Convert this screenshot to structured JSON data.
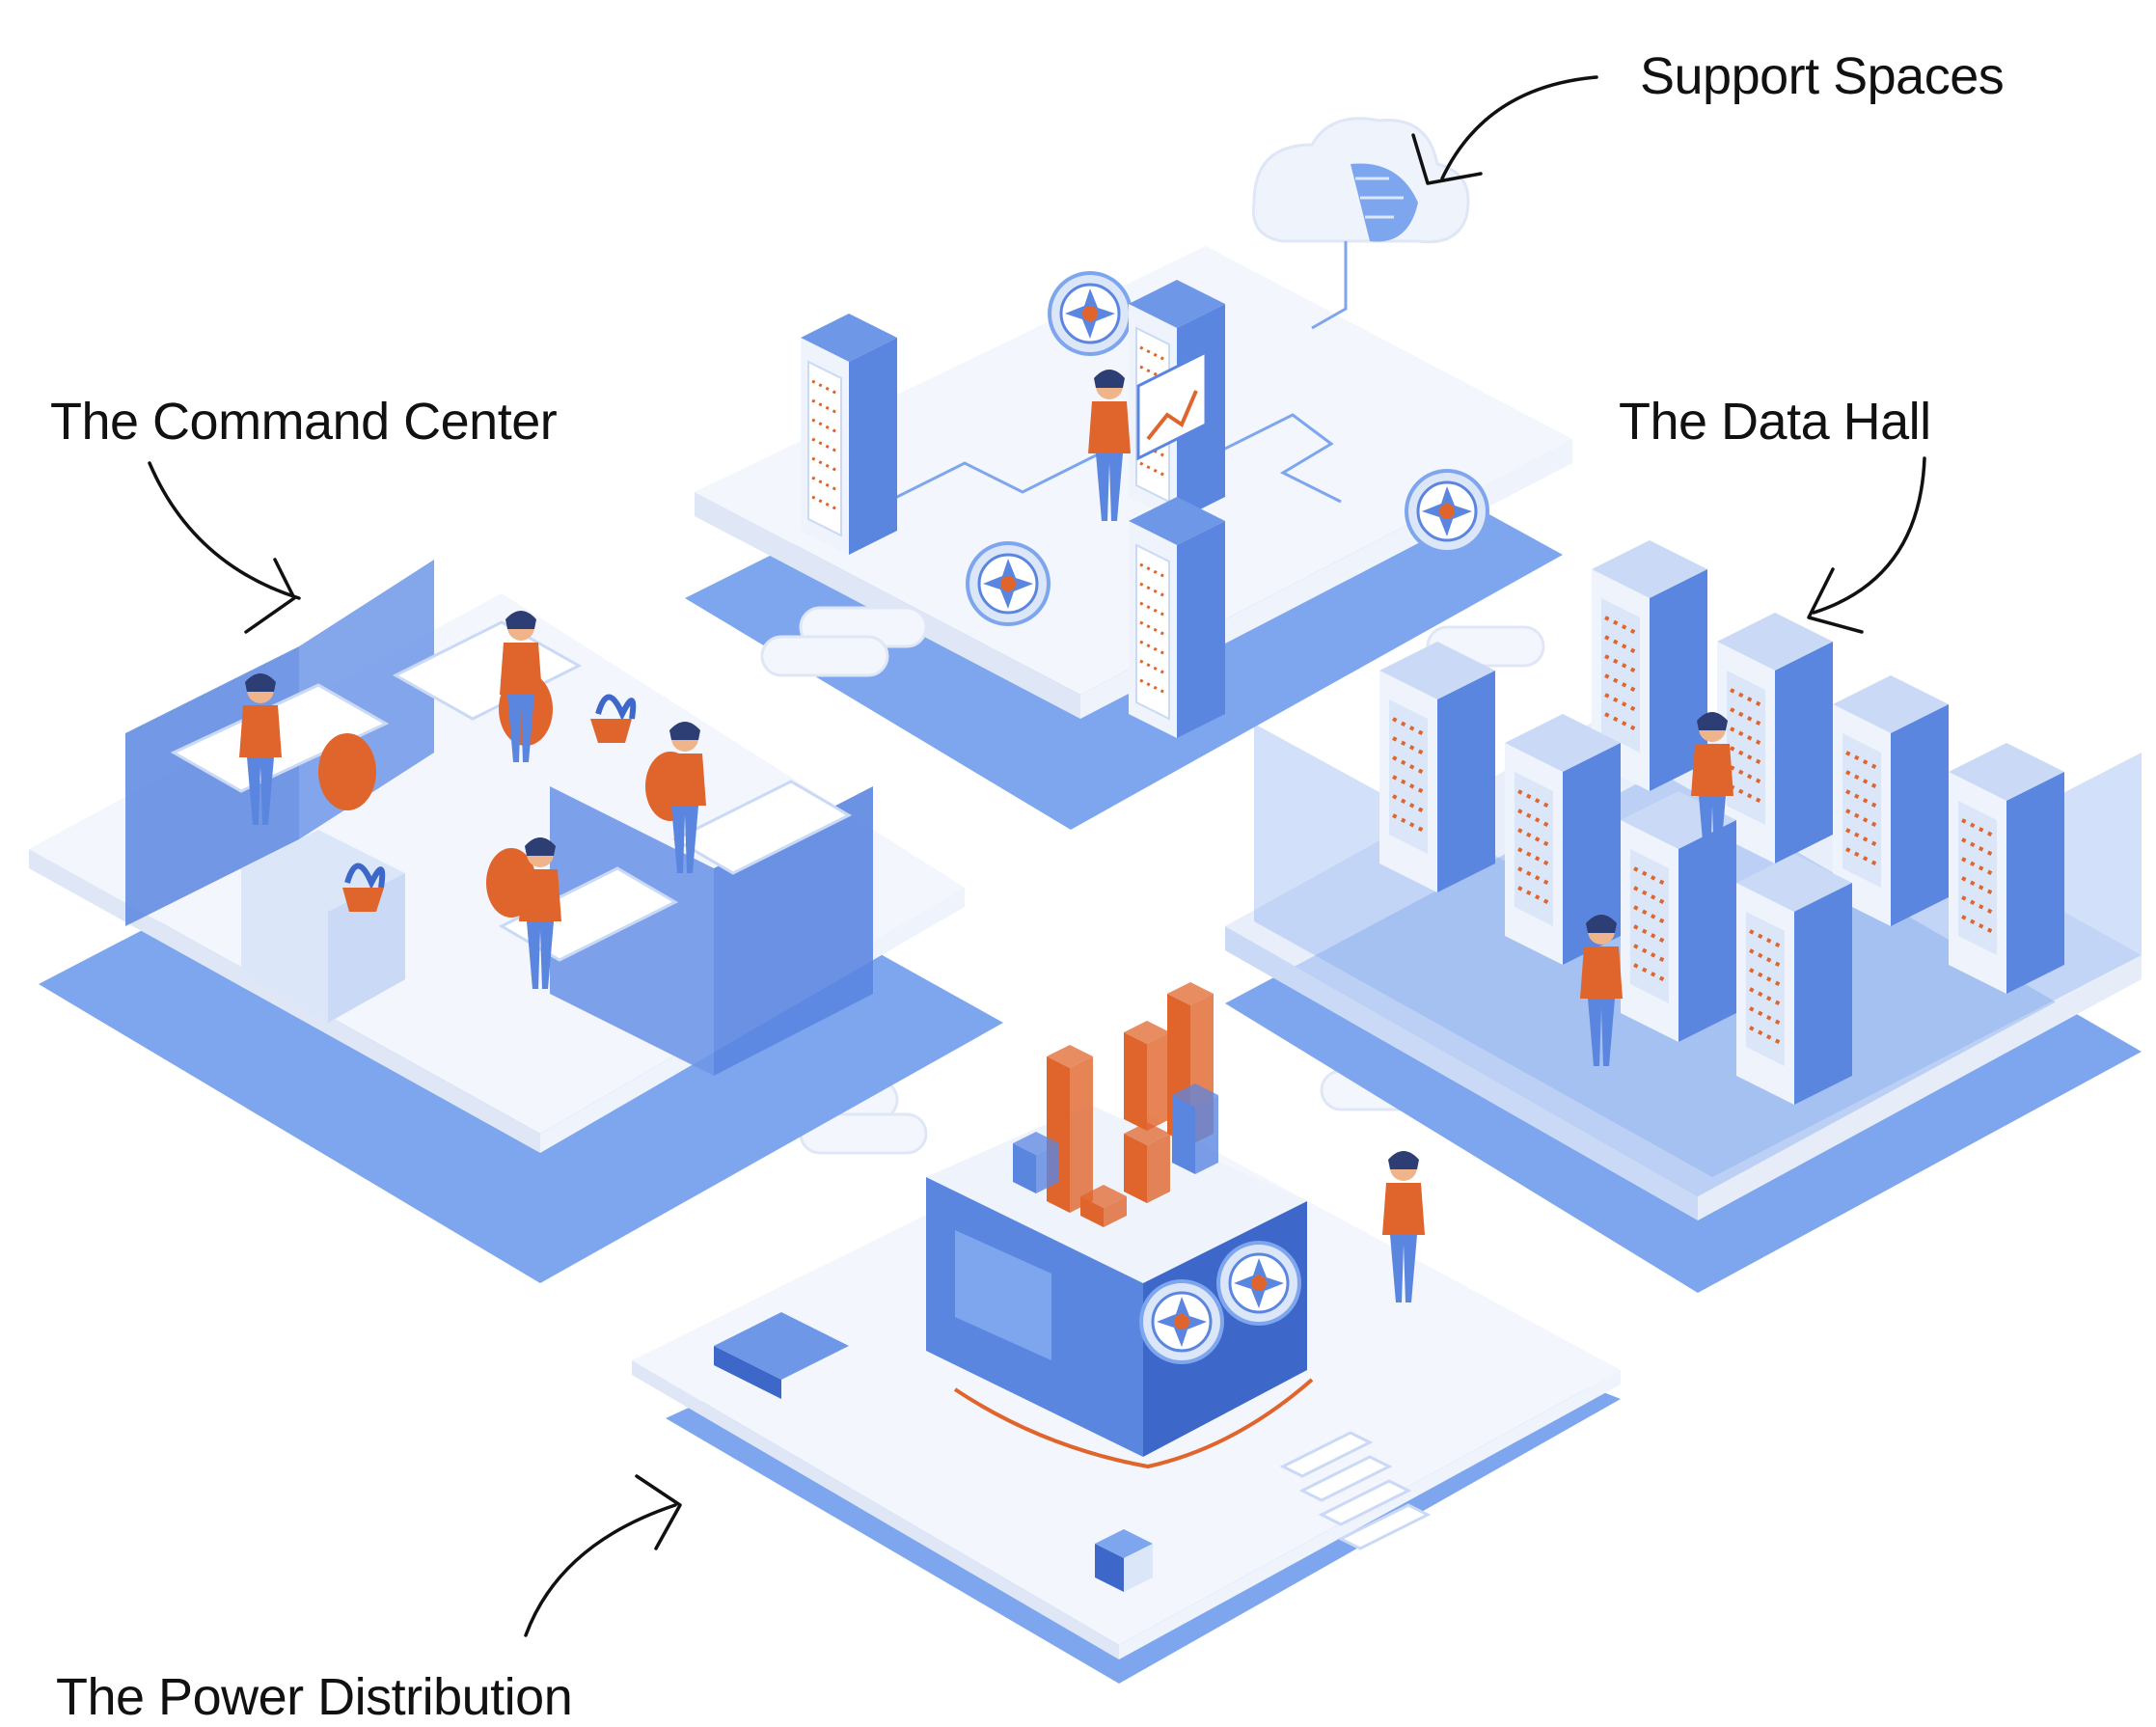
{
  "labels": {
    "support_spaces": "Support Spaces",
    "command_center": "The Command Center",
    "data_hall": "The Data Hall",
    "power_distribution": "The Power Distribution"
  },
  "colors": {
    "floor_top": "#f3f6fc",
    "floor_edge": "#dfe7f6",
    "base_blue": "#7ea6ee",
    "mid_blue": "#5b86e0",
    "dark_blue": "#3d67c9",
    "light_blue": "#c9d9f6",
    "accent_orange": "#e0652c",
    "text": "#111111",
    "arrow": "#111111"
  },
  "icons": [
    "cloud-icon",
    "fan-icon",
    "server-rack-icon",
    "bar-chart-icon",
    "person-icon"
  ]
}
